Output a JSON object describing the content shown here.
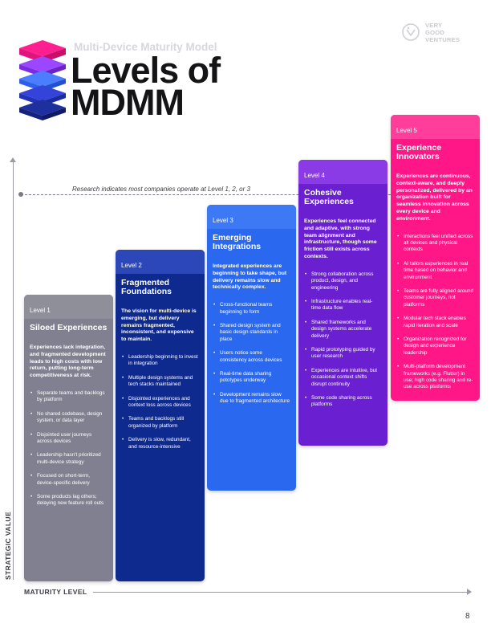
{
  "header": {
    "subtitle": "Multi-Device Maturity Model",
    "title_line1": "Levels of",
    "title_line2": "MDMM",
    "brand_line1": "VERY",
    "brand_line2": "GOOD",
    "brand_line3": "VENTURES"
  },
  "logo_colors": [
    "#ff1f8e",
    "#8a3bff",
    "#3c6fff",
    "#2f3fd8",
    "#1c2fa0"
  ],
  "research_note": "Research indicates most companies operate at Level 1, 2, or 3",
  "axes": {
    "y_label": "STRATEGIC VALUE",
    "x_label": "MATURITY LEVEL"
  },
  "levels": [
    {
      "level": "Level 1",
      "heading": "Siloed Experiences",
      "color_top": "#8f8f9a",
      "color_body": "#808090",
      "description": "Experiences lack integration, and fragmented development leads to high costs with low return, putting long-term competitiveness at risk.",
      "bullets": [
        "Separate teams and backlogs by platform",
        "No shared codebase, design system, or data layer",
        "Disjointed user journeys across devices",
        "Leadership hasn't prioritized multi-device strategy",
        "Focused on short-term, device-specific delivery",
        "Some products lag others; delaying new feature roll outs"
      ]
    },
    {
      "level": "Level 2",
      "heading": "Fragmented Foundations",
      "color_top": "#2b47b8",
      "color_body": "#0f2a8f",
      "description": "The vision for multi-device is emerging, but delivery remains fragmented, inconsistent, and expensive to maintain.",
      "bullets": [
        "Leadership beginning to invest in integration",
        "Multiple design systems and tech stacks maintained",
        "Disjointed experiences and context loss across devices",
        "Teams and backlogs still organized by platform",
        "Delivery is slow, redundant, and resource-intensive"
      ]
    },
    {
      "level": "Level 3",
      "heading": "Emerging Integrations",
      "color_top": "#3d78f5",
      "color_body": "#2a68ef",
      "description": "Integrated experiences are beginning to take shape, but delivery remains slow and technically complex.",
      "bullets": [
        "Cross-functional teams beginning to form",
        "Shared design system and basic design standards in place",
        "Users notice some consistency across devices",
        "Real-time data sharing pototypes underway",
        "Development remains slow due to fragmented architecture"
      ]
    },
    {
      "level": "Level 4",
      "heading": "Cohesive Experiences",
      "color_top": "#8a3be6",
      "color_body": "#6a1fd1",
      "description": "Experiences feel connected and adaptive, with strong team alignment and infrastructure, though some friction still exists across contexts.",
      "bullets": [
        "Strong collaboration across product, design, and engineering",
        "Infrastructure enables real-time data flow",
        "Shared frameworks and design systems accelerate delivery",
        "Rapid prototyping guided by user research",
        "Experiences are intuitive, but occasional context shifts disrupt continuity",
        "Some code sharing across platforms"
      ]
    },
    {
      "level": "Level 5",
      "heading": "Experience Innovators",
      "color_top": "#ff3d9a",
      "color_body": "#ff1687",
      "description": "Experiences are continuous, context-aware, and deeply personalized, delivered by an organization built for seamless innovation across every device and environment.",
      "bullets": [
        "Interactions feel unified across all devices and physical contexts",
        "AI tailors experiences in real time based on behavior and environment",
        "Teams are fully aligned around customer journeys, not platforms",
        "Modular tech stack enables rapid iteration and scale",
        "Organization recognized for design and experience leadership",
        "Multi-platform development frameworks (e.g. Flutter) in use; high code sharing and re-use across platforms"
      ]
    }
  ],
  "page_number": "8"
}
